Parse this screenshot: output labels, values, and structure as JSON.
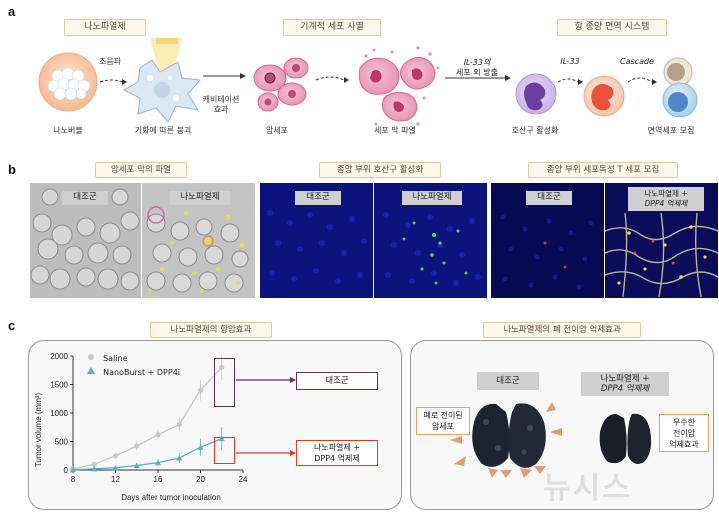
{
  "panel_a": {
    "letter": "a",
    "headers": {
      "nanoburst": "나노파열제",
      "mechanical_death": "기계적 세포 사멸",
      "immune_system": "항 종양 면역 시스템"
    },
    "labels": {
      "nanobubble": "나노버블",
      "ultrasound": "초음파",
      "cavitation_collapse": "기화에 따른 붕괴",
      "cavitation_effect_l1": "캐비테이션",
      "cavitation_effect_l2": "효과",
      "cancer_cell": "암세포",
      "membrane_rupture": "세포 막 파열",
      "il33_release_l1": "IL-33의",
      "il33_release_l2": "세포 외 방출",
      "il33": "IL-33",
      "cascade": "Cascade",
      "eosinophil_activation": "호산구 활성화",
      "immune_recruit": "면역세포 모집"
    }
  },
  "panel_b": {
    "letter": "b",
    "headers": {
      "membrane": "암세포 막의 파열",
      "eosinophil": "종양 부위 호산구 활성화",
      "tcell": "종양 부위 세포독성 T 세포 모집"
    },
    "tags": {
      "control": "대조군",
      "nanoburst": "나노파열제",
      "combo_l1": "나노파열제 +",
      "combo_l2": "DPP4 억제제"
    }
  },
  "panel_c": {
    "letter": "c",
    "headers": {
      "antitumor": "나노파열제의 항암효과",
      "metastasis": "나노파열제의 폐 전이암 억제효과"
    },
    "boxes": {
      "control": "대조군",
      "combo_l1": "나노파열제 +",
      "combo_l2": "DPP4 억제제",
      "metastasized_l1": "폐로 전이된",
      "metastasized_l2": "암세포",
      "excellent_l1": "우수한",
      "excellent_l2": "전이암",
      "excellent_l3": "억제효과"
    }
  },
  "chart_data": {
    "type": "line",
    "xlabel": "Days after tumor inoculation",
    "ylabel": "Tumor volume (mm³)",
    "xlim": [
      8,
      24
    ],
    "ylim": [
      0,
      2000
    ],
    "xticks": [
      8,
      12,
      16,
      20,
      24
    ],
    "yticks": [
      0,
      500,
      1000,
      1500,
      2000
    ],
    "series": [
      {
        "name": "Saline",
        "color": "#c8c8c8",
        "x": [
          8,
          10,
          12,
          14,
          16,
          18,
          20,
          22
        ],
        "y": [
          20,
          100,
          250,
          420,
          620,
          800,
          1400,
          1800
        ],
        "err": [
          5,
          30,
          50,
          80,
          90,
          110,
          180,
          220
        ]
      },
      {
        "name": "NanoBurst + DPP4i",
        "color": "#5aaecb",
        "x": [
          8,
          10,
          12,
          14,
          16,
          18,
          20,
          22
        ],
        "y": [
          5,
          20,
          40,
          80,
          130,
          210,
          400,
          550
        ],
        "err": [
          5,
          10,
          20,
          40,
          60,
          90,
          150,
          200
        ]
      }
    ]
  },
  "watermark": "뉴시스"
}
